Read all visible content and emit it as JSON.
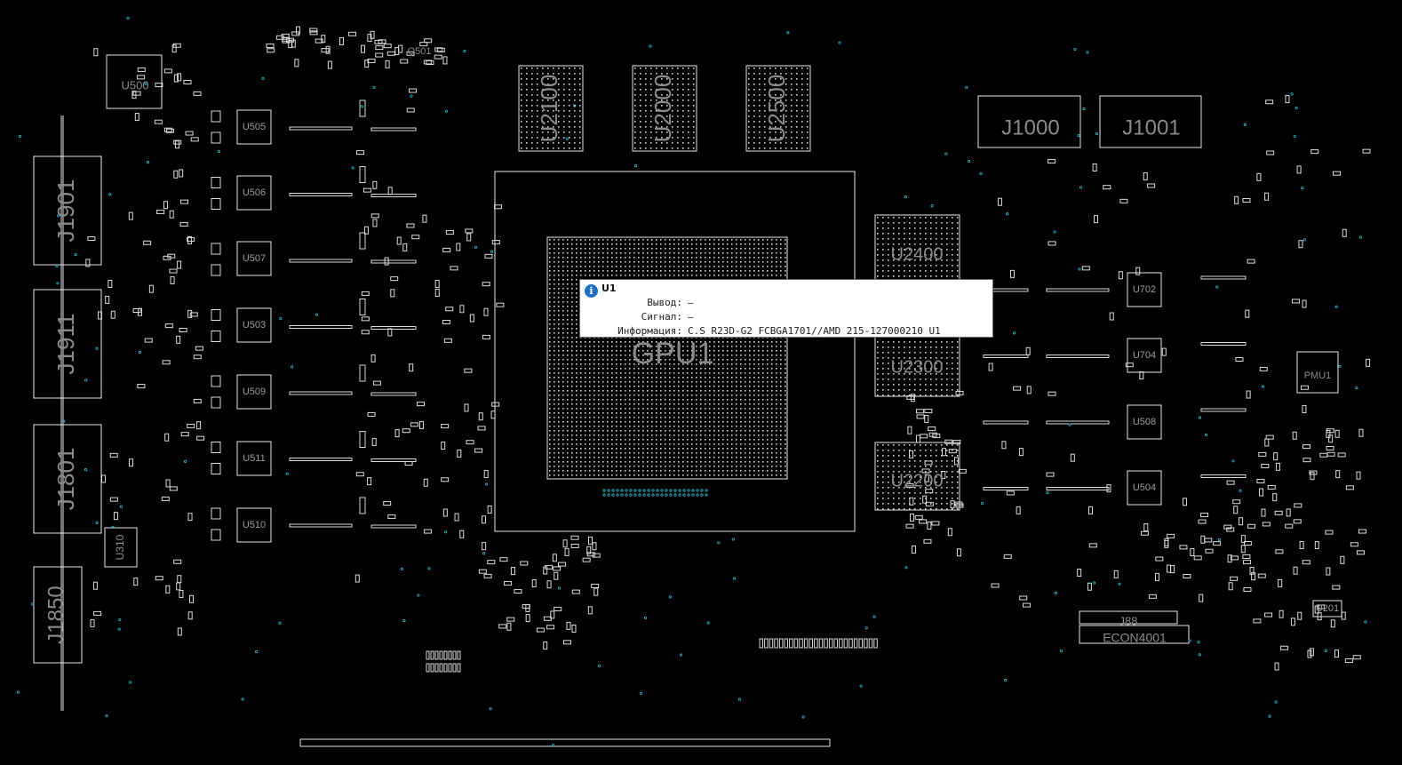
{
  "board": {
    "background": "#000000",
    "outline_color": "#e6e6e6",
    "pad_color": "#d9d9d9",
    "via_color": "#2fb7c9",
    "label_color": "#8a8a8a",
    "gpu_label": "GPU1",
    "big_labels": [
      "U2100",
      "U2000",
      "U2500",
      "U2400",
      "U2300",
      "U2200",
      "J1000",
      "J1001",
      "J1901",
      "J1911",
      "J1801",
      "J1850",
      "U310",
      "U500",
      "Q501",
      "J88",
      "ECON4001",
      "PMU1"
    ],
    "small_labels": [
      "U505",
      "U506",
      "U507",
      "U503",
      "U509",
      "U511",
      "U510",
      "U702",
      "U704",
      "U508",
      "U504",
      "U201"
    ]
  },
  "tooltip": {
    "icon": "info-icon",
    "title": "U1",
    "rows": [
      {
        "label": "Вывод:",
        "value": "—"
      },
      {
        "label": "Сигнал:",
        "value": "—"
      },
      {
        "label": "Информация:",
        "value": "C.S R23D-G2 FCBGA1701//AMD 215-127000210 U1"
      }
    ]
  }
}
